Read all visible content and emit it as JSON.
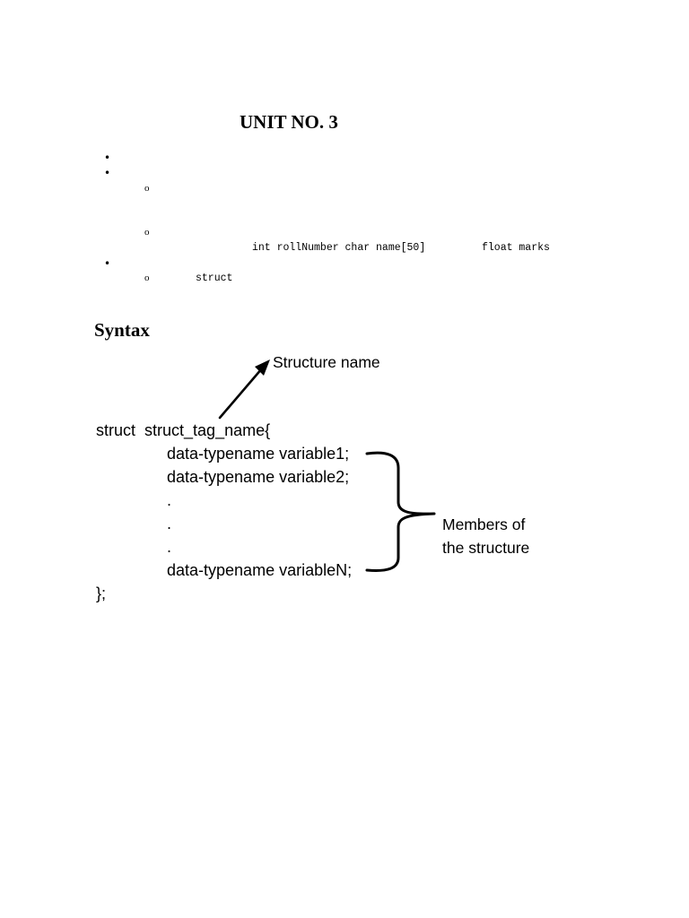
{
  "title": "UNIT NO. 3",
  "code_line": {
    "part1": "int rollNumber char name[50]",
    "part2": "float marks"
  },
  "struct_keyword": "struct",
  "syntax_heading": "Syntax",
  "figure": {
    "structure_name_label": "Structure name",
    "struct_line": {
      "keyword": "struct",
      "tag": "struct_tag_name{"
    },
    "members": [
      "data-typename variable1;",
      "data-typename variable2;",
      ".",
      ".",
      ".",
      "data-typename variableN;"
    ],
    "closing": "};",
    "members_label_line1": "Members of",
    "members_label_line2": "the structure"
  },
  "icons": {
    "bullet": "bullet-dot-icon",
    "sub_bullet": "circle-bullet-icon",
    "arrow": "arrow-icon",
    "brace": "curly-brace-icon"
  }
}
